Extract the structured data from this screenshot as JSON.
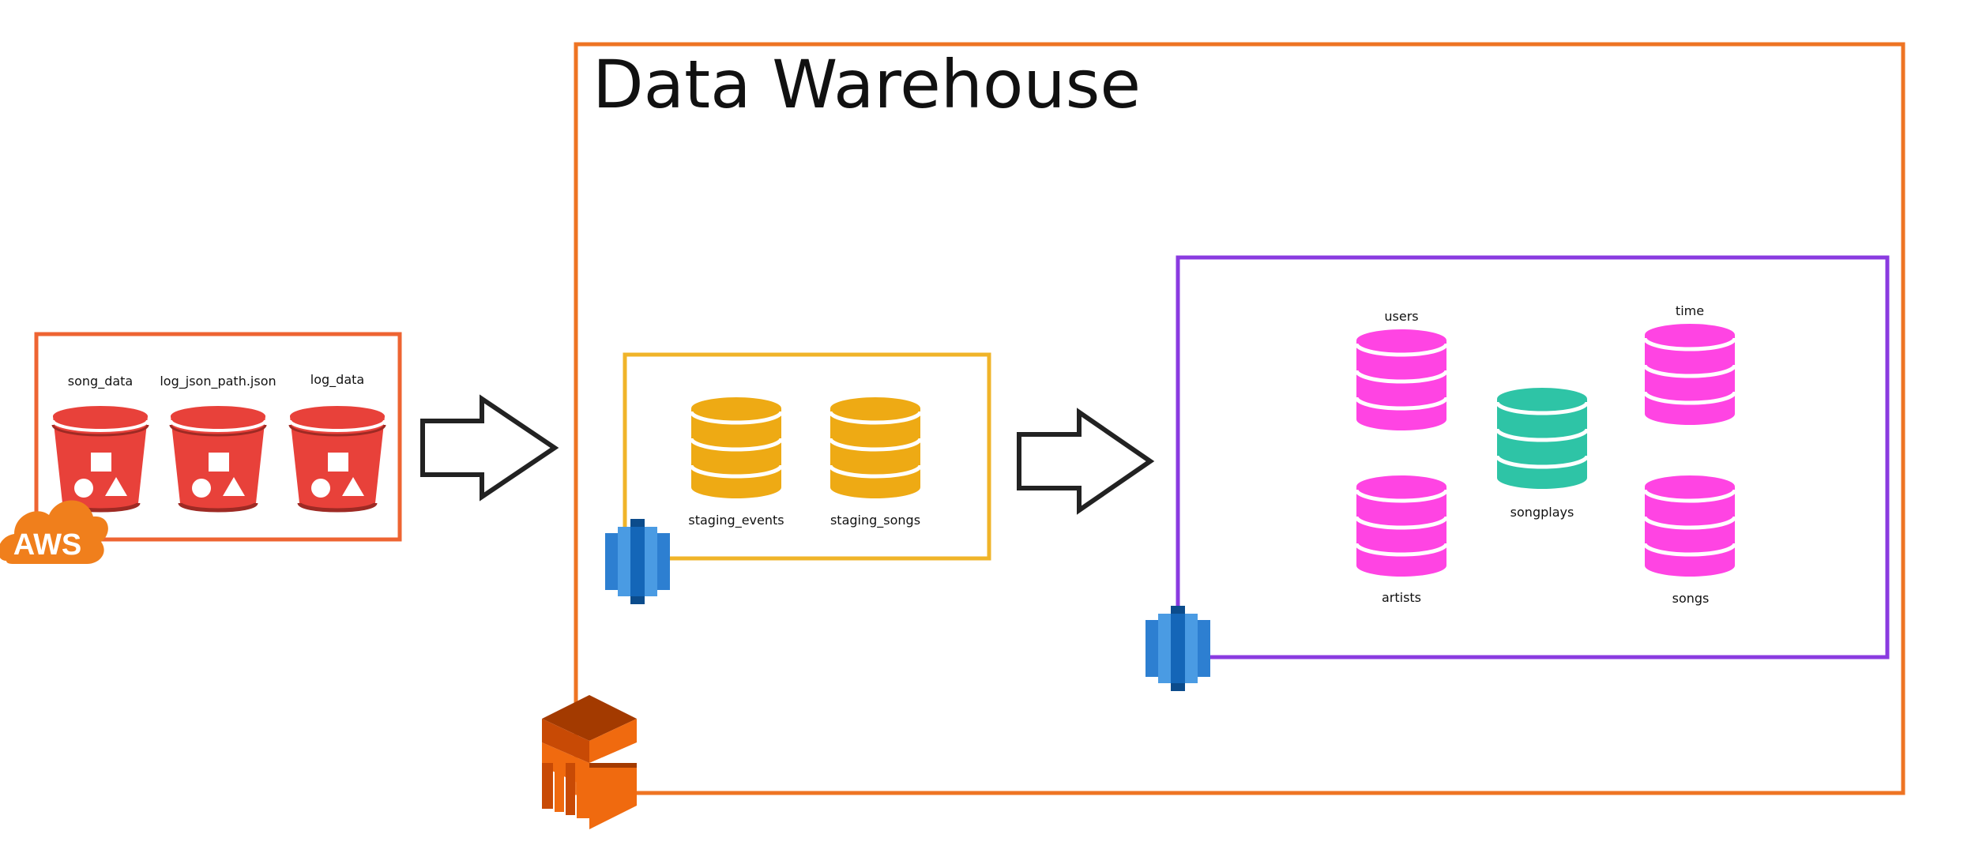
{
  "title": "Data Warehouse",
  "s3": {
    "cloud_label": "AWS",
    "buckets": [
      {
        "label": "song_data"
      },
      {
        "label": "log_json_path.json"
      },
      {
        "label": "log_data"
      }
    ]
  },
  "staging": {
    "tables": [
      {
        "label": "staging_events"
      },
      {
        "label": "staging_songs"
      }
    ]
  },
  "star_schema": {
    "fact": {
      "label": "songplays"
    },
    "dimensions": [
      {
        "label": "users"
      },
      {
        "label": "time"
      },
      {
        "label": "artists"
      },
      {
        "label": "songs"
      }
    ]
  },
  "colors": {
    "warehouse_frame": "#EE7423",
    "s3_frame": "#EE6432",
    "staging_frame": "#F0B429",
    "schema_frame": "#8A3BE0",
    "bucket": "#E8413A",
    "staging_db": "#EEAA14",
    "fact_db": "#2EC4A6",
    "dimension_db": "#FF44E3",
    "redshift": "#2D7FD1",
    "emr": "#F06A0F"
  }
}
